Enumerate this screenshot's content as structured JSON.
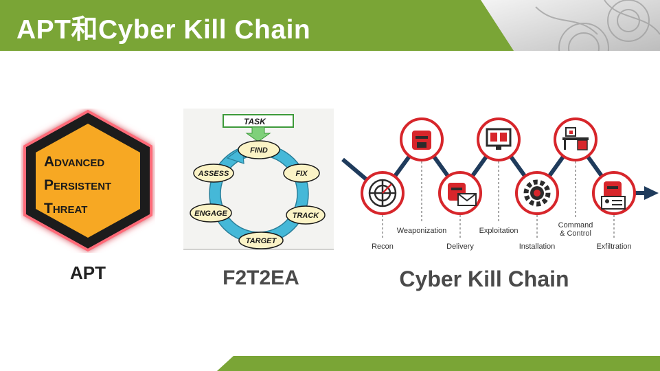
{
  "header": {
    "title": "APT和Cyber Kill Chain"
  },
  "apt_logo": {
    "line1": "Advanced",
    "line2": "Persistent",
    "line3": "Threat"
  },
  "f2t2ea_diagram": {
    "task": "TASK",
    "find": "FIND",
    "fix": "FIX",
    "track": "TRACK",
    "target": "TARGET",
    "engage": "ENGAGE",
    "assess": "ASSESS"
  },
  "kill_chain": {
    "stages": {
      "recon": "Recon",
      "weaponization": "Weaponization",
      "delivery": "Delivery",
      "exploitation": "Exploitation",
      "installation": "Installation",
      "command_control_line1": "Command",
      "command_control_line2": "& Control",
      "exfiltration": "Exfiltration"
    }
  },
  "captions": {
    "apt": "APT",
    "f2t2ea": "F2T2EA",
    "cyber_kill_chain": "Cyber Kill Chain"
  },
  "colors": {
    "header_green": "#7aa536",
    "apt_orange": "#f7a823",
    "chain_red": "#d7262b",
    "chain_navy": "#1f3b5c",
    "cycle_blue": "#45b8d8"
  }
}
